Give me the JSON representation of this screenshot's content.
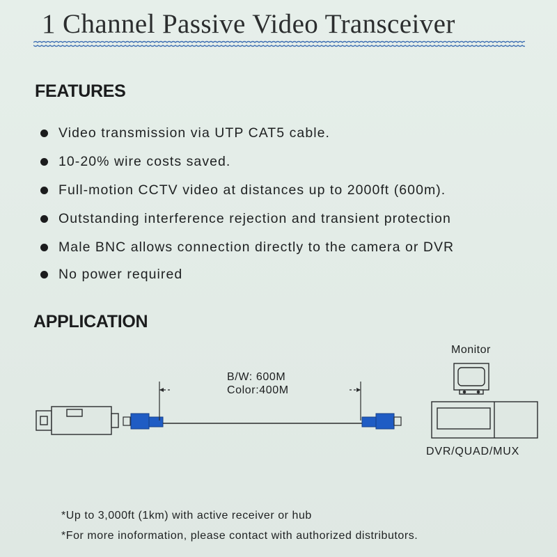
{
  "title": "1 Channel Passive Video Transceiver",
  "features": {
    "heading": "FEATURES",
    "items": [
      "Video transmission via UTP CAT5 cable.",
      "10-20% wire costs saved.",
      "Full-motion CCTV video at distances up to 2000ft (600m).",
      "Outstanding interference rejection and transient protection",
      "Male BNC allows connection directly to the camera or DVR",
      "No power required"
    ]
  },
  "application": {
    "heading": "APPLICATION",
    "distance_bw": "B/W: 600M",
    "distance_color": "Color:400M",
    "monitor_label": "Monitor",
    "recorder_label": "DVR/QUAD/MUX",
    "icons": [
      "camera-icon",
      "transceiver-icon",
      "cable",
      "monitor-icon",
      "dvr-icon"
    ],
    "colors": {
      "transceiver": "#1f5cc4"
    }
  },
  "notes": [
    "*Up to 3,000ft (1km) with active receiver or hub",
    "*For more inoformation, please contact with authorized distributors."
  ]
}
